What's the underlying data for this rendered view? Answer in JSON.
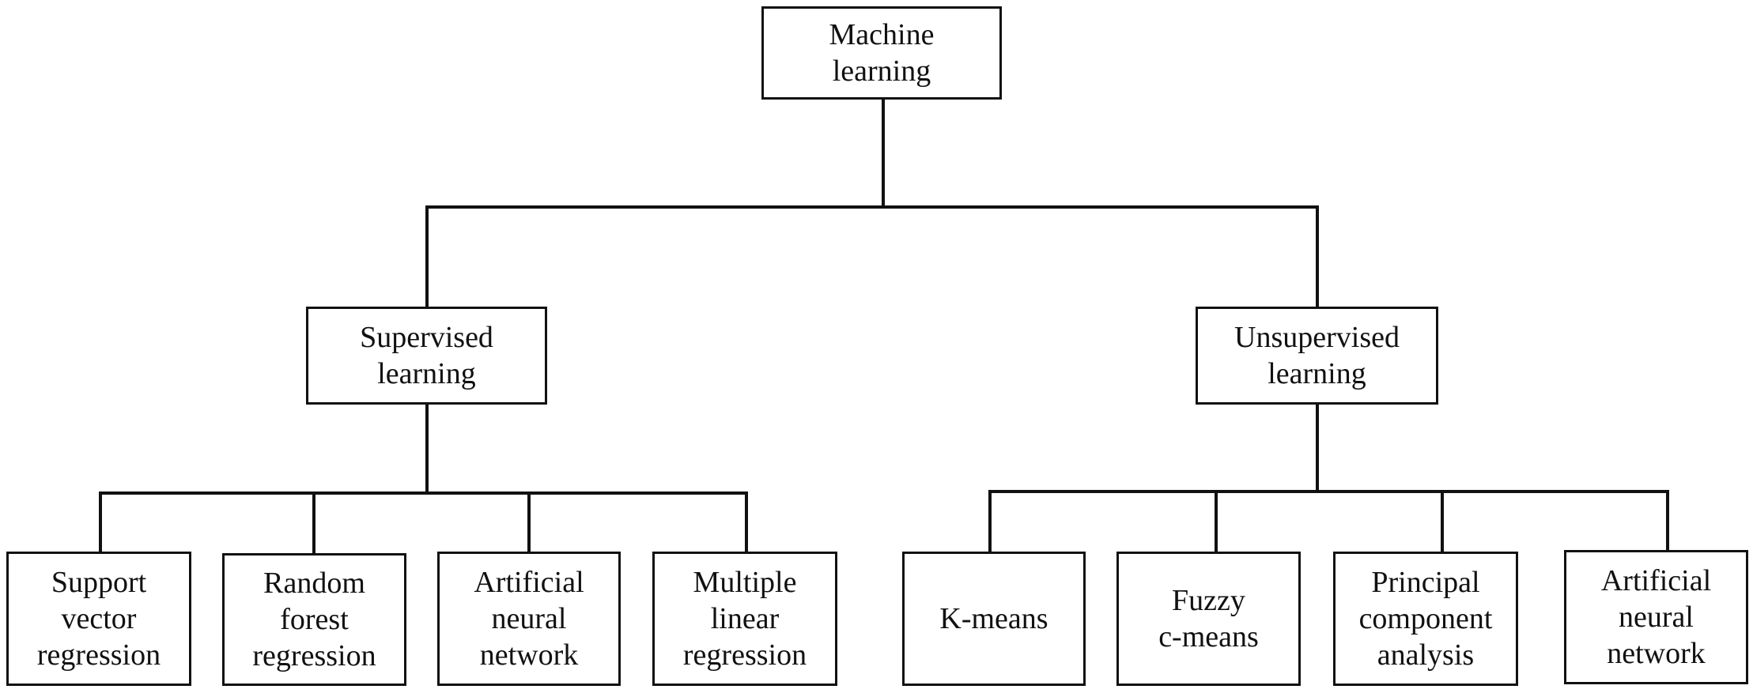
{
  "diagram": {
    "root": {
      "label": "Machine\nlearning"
    },
    "supervised": {
      "label": "Supervised\nlearning",
      "children": [
        {
          "label": "Support\nvector\nregression"
        },
        {
          "label": "Random\nforest\nregression"
        },
        {
          "label": "Artificial\nneural\nnetwork"
        },
        {
          "label": "Multiple\nlinear\nregression"
        }
      ]
    },
    "unsupervised": {
      "label": "Unsupervised\nlearning",
      "children": [
        {
          "label": "K-means"
        },
        {
          "label": "Fuzzy\nc-means"
        },
        {
          "label": "Principal\ncomponent\nanalysis"
        },
        {
          "label": "Artificial\nneural\nnetwork"
        }
      ]
    }
  }
}
